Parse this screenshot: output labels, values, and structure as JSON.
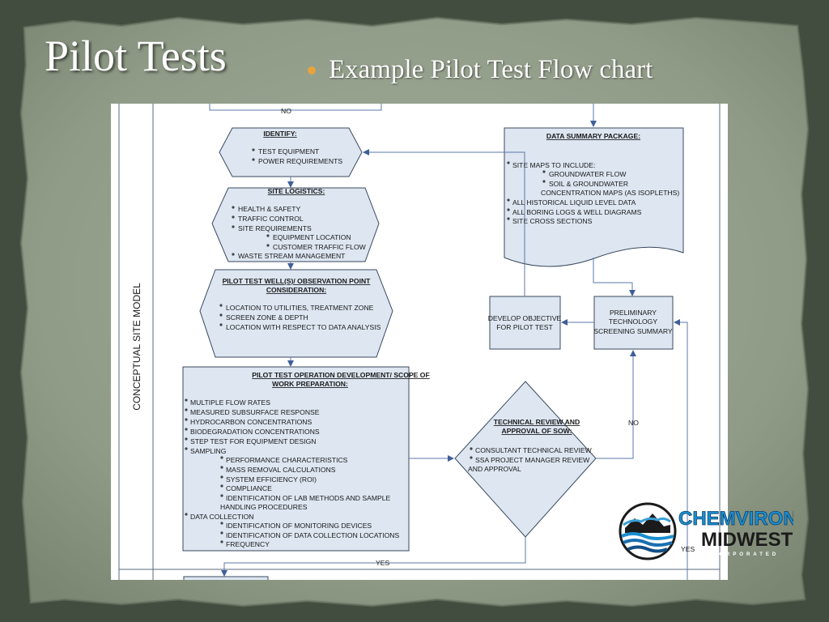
{
  "slide": {
    "title": "Pilot Tests",
    "bullet": "Example Pilot Test Flow chart"
  },
  "diagram": {
    "lane_label": "CONCEPTUAL SITE MODEL",
    "top_no_label": "NO",
    "identify": {
      "heading": "IDENTIFY:",
      "items": [
        "TEST EQUIPMENT",
        "POWER REQUIREMENTS"
      ]
    },
    "site_logistics": {
      "heading": "SITE LOGISTICS:",
      "items": [
        "HEALTH & SAFETY",
        "TRAFFIC CONTROL",
        "SITE REQUIREMENTS",
        "EQUIPMENT LOCATION",
        "CUSTOMER TRAFFIC FLOW",
        "WASTE STREAM MANAGEMENT"
      ]
    },
    "pilot_well": {
      "heading_line1": "PILOT TEST WELL(S)/ OBSERVATION POINT",
      "heading_line2": "CONSIDERATION:",
      "items": [
        "LOCATION TO UTILITIES, TREATMENT ZONE",
        "SCREEN ZONE & DEPTH",
        "LOCATION WITH RESPECT TO DATA ANALYSIS"
      ]
    },
    "operation": {
      "heading_line1": "PILOT TEST OPERATION DEVELOPMENT/ SCOPE OF",
      "heading_line2": "WORK PREPARATION:",
      "items": [
        "MULTIPLE FLOW RATES",
        "MEASURED SUBSURFACE RESPONSE",
        "HYDROCARBON CONCENTRATIONS",
        "BIODEGRADATION CONCENTRATIONS",
        "STEP TEST FOR EQUIPMENT DESIGN",
        "SAMPLING",
        "PERFORMANCE CHARACTERISTICS",
        "MASS REMOVAL CALCULATIONS",
        "SYSTEM EFFICIENCY (ROI)",
        "COMPLIANCE",
        "IDENTIFICATION OF LAB METHODS AND SAMPLE",
        "HANDLING PROCEDURES",
        "DATA COLLECTION",
        "IDENTIFICATION OF MONITORING DEVICES",
        "IDENTIFICATION OF DATA COLLECTION LOCATIONS",
        "FREQUENCY"
      ]
    },
    "data_summary": {
      "heading": "DATA SUMMARY PACKAGE:",
      "items": [
        "SITE MAPS TO INCLUDE:",
        "GROUNDWATER  FLOW",
        "SOIL & GROUNDWATER",
        "CONCENTRATION MAPS (AS ISOPLETHS)",
        "ALL HISTORICAL LIQUID LEVEL DATA",
        "ALL BORING LOGS & WELL DIAGRAMS",
        "SITE CROSS SECTIONS"
      ]
    },
    "develop_objective": {
      "line1": "DEVELOP OBJECTIVE",
      "line2": "FOR PILOT TEST"
    },
    "preliminary": {
      "line1": "PRELIMINARY",
      "line2": "TECHNOLOGY",
      "line3": "SCREENING SUMMARY"
    },
    "technical_review": {
      "heading_line1": "TECHNICAL REVIEW AND",
      "heading_line2": "APPROVAL OF SOW:",
      "items": [
        "CONSULTANT TECHNICAL REVIEW",
        "SSA PROJECT MANAGER REVIEW",
        "AND APPROVAL"
      ]
    },
    "no_label": "NO",
    "yes_label": "YES",
    "yes_label_2": "YES"
  },
  "logo": {
    "line1": "CHEMVIRON",
    "line2": "MIDWEST",
    "line3": "INCORPORATED"
  }
}
